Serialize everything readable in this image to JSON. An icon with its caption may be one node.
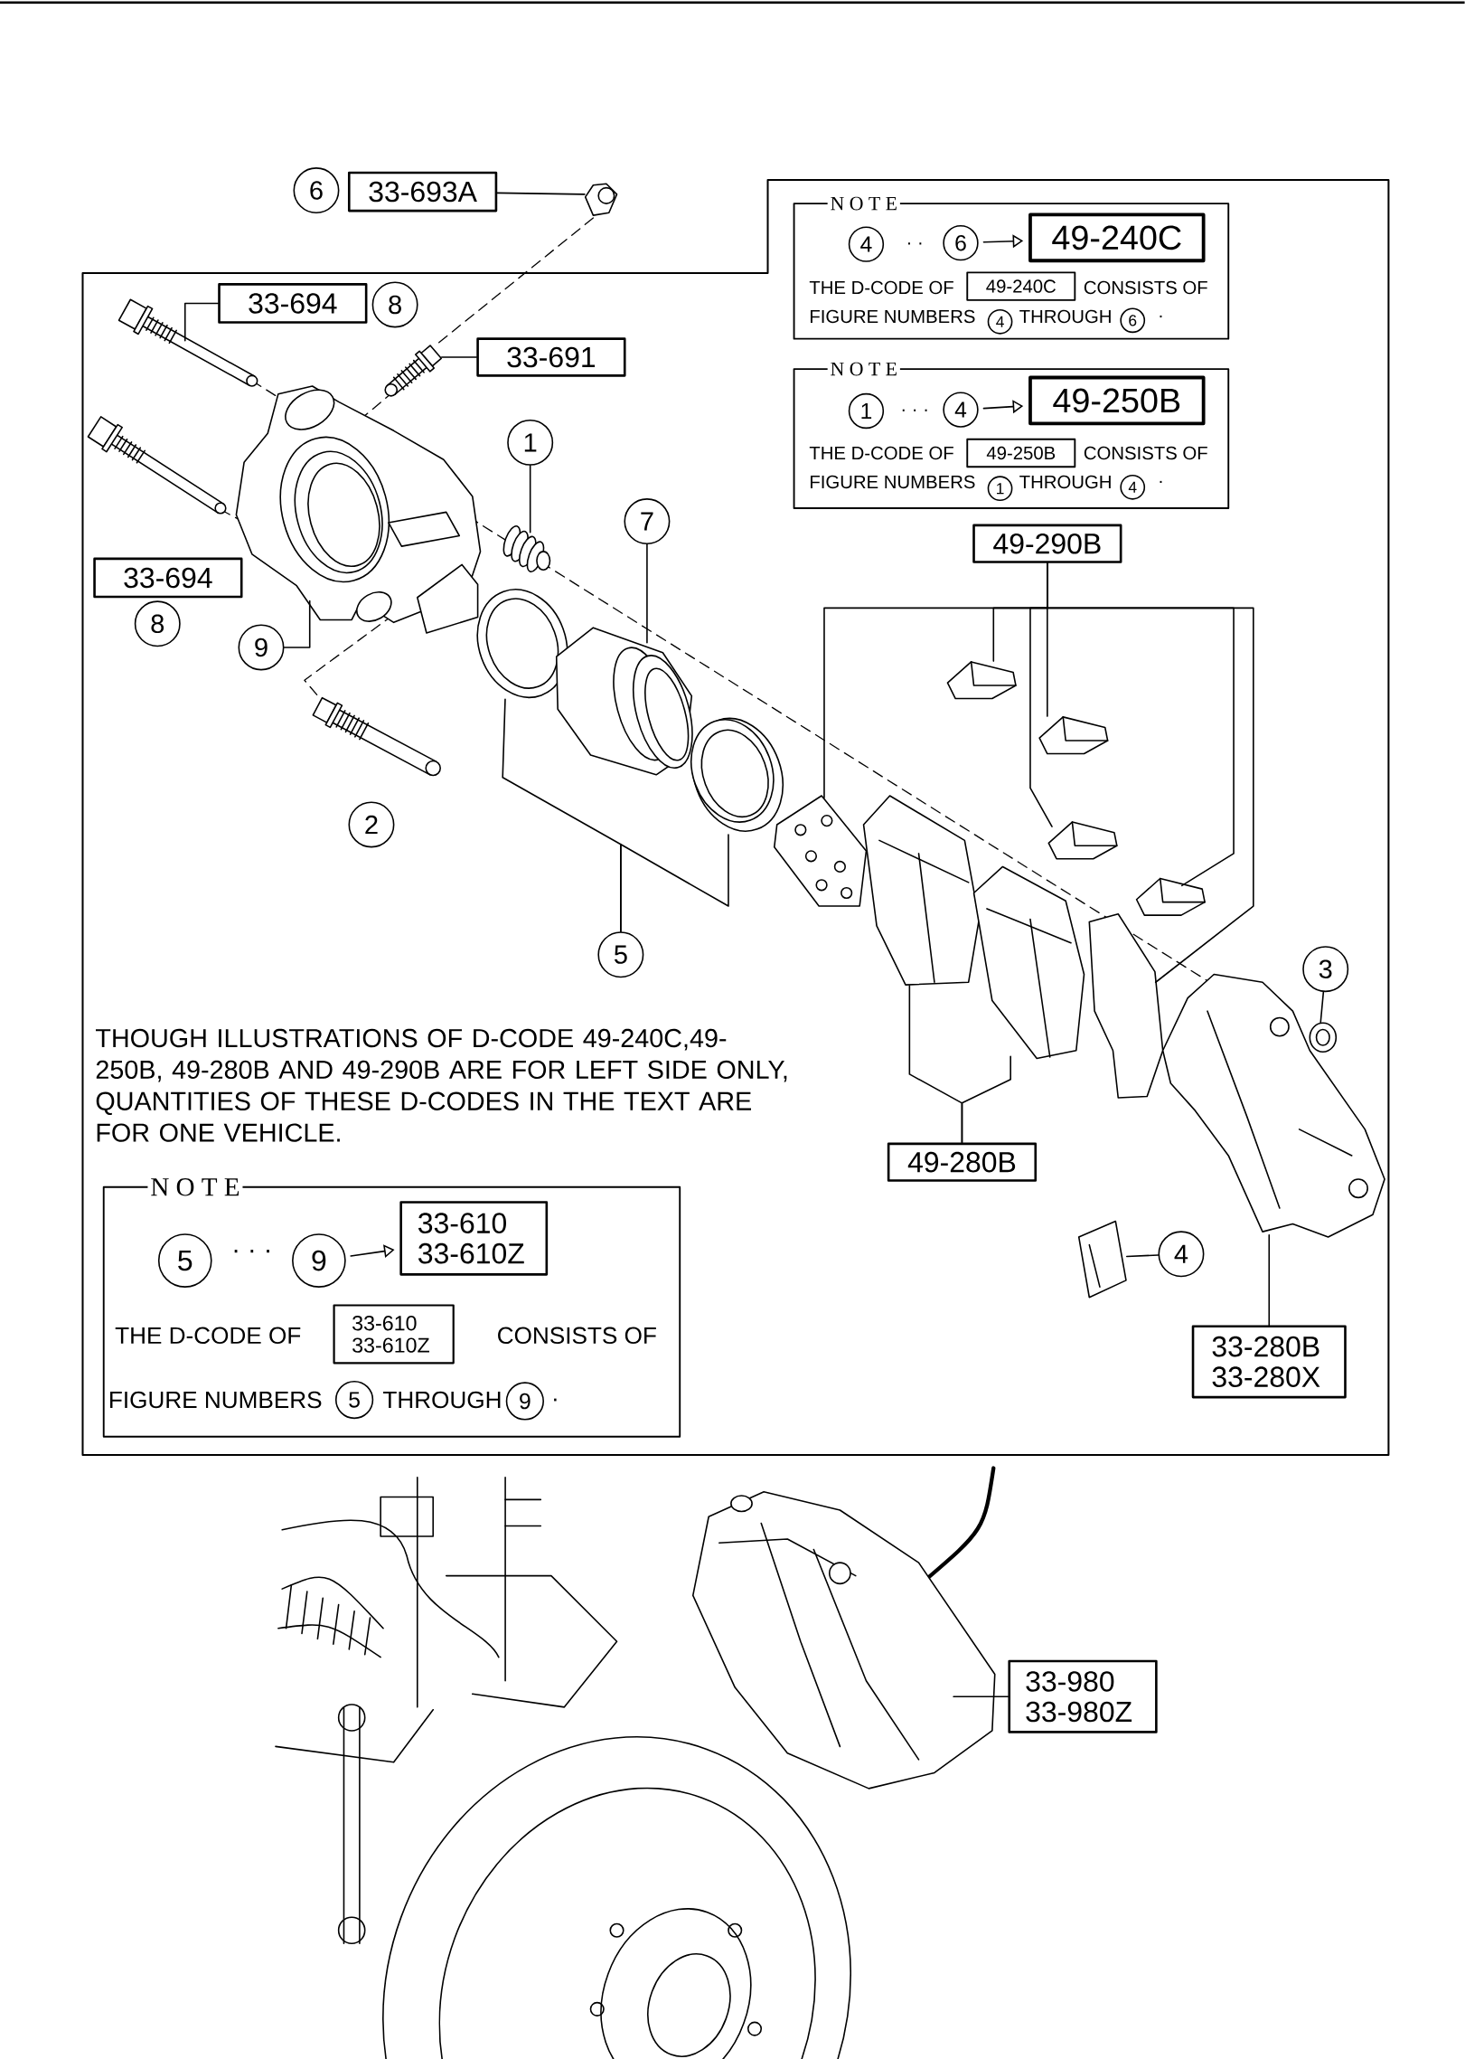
{
  "diagram": {
    "nodes": [
      {
        "text": [
          "6"
        ]
      },
      {
        "text": [
          "33-693A"
        ]
      },
      {
        "text": [],
        "shape": "picture"
      },
      {
        "text": [
          "N O T E",
          "· ·",
          "THE D-CODE OF",
          "CONSISTS OF",
          "FIGURE NUMBERS",
          "THROUGH",
          "."
        ]
      },
      {
        "text": [
          "4"
        ],
        "in": 3
      },
      {
        "text": [
          "6"
        ],
        "in": 3
      },
      {
        "text": [
          "49-240C"
        ],
        "in": 3
      },
      {
        "text": [
          "49-240C"
        ],
        "in": 3
      },
      {
        "text": [
          "4"
        ],
        "in": 3
      },
      {
        "text": [
          "6"
        ],
        "in": 3
      },
      {
        "text": [
          "33-694"
        ]
      },
      {
        "text": [
          "8"
        ]
      },
      {
        "text": [],
        "shape": "picture"
      },
      {
        "text": [
          "33-691"
        ]
      },
      {
        "text": [],
        "shape": "picture"
      },
      {
        "text": [
          "N O T E",
          "· · ·",
          "THE D-CODE OF",
          "CONSISTS OF",
          "FIGURE NUMBERS",
          "THROUGH",
          "."
        ]
      },
      {
        "text": [
          "1"
        ],
        "in": 15
      },
      {
        "text": [
          "4"
        ],
        "in": 15
      },
      {
        "text": [
          "49-250B"
        ],
        "in": 15
      },
      {
        "text": [
          "49-250B"
        ],
        "in": 15
      },
      {
        "text": [
          "1"
        ],
        "in": 15
      },
      {
        "text": [
          "4"
        ],
        "in": 15
      },
      {
        "text": [],
        "shape": "picture"
      },
      {
        "text": [],
        "shape": "picture"
      },
      {
        "text": [
          "1"
        ]
      },
      {
        "text": [],
        "shape": "picture"
      },
      {
        "text": [
          "7"
        ]
      },
      {
        "text": [
          "49-290B"
        ]
      },
      {
        "text": [
          "33-694"
        ]
      },
      {
        "text": [
          "8"
        ]
      },
      {
        "text": [],
        "shape": "picture"
      },
      {
        "text": [],
        "shape": "picture"
      },
      {
        "text": [
          "9"
        ]
      },
      {
        "text": [],
        "shape": "picture"
      },
      {
        "text": [],
        "shape": "picture"
      },
      {
        "text": [],
        "shape": "picture"
      },
      {
        "text": [],
        "shape": "picture"
      },
      {
        "text": [
          "2"
        ]
      },
      {
        "text": [],
        "shape": "picture"
      },
      {
        "text": [],
        "shape": "picture"
      },
      {
        "text": [],
        "shape": "picture"
      },
      {
        "text": [],
        "shape": "picture"
      },
      {
        "text": [],
        "shape": "picture"
      },
      {
        "text": [],
        "shape": "picture"
      },
      {
        "text": [
          "5"
        ]
      },
      {
        "text": [
          "3"
        ]
      },
      {
        "text": [],
        "shape": "picture"
      },
      {
        "text": [],
        "shape": "picture"
      },
      {
        "text": [
          "49-280B"
        ]
      },
      {
        "text": [
          "N O T E",
          "· · ·",
          "THE D-CODE OF",
          "CONSISTS OF",
          "FIGURE NUMBERS",
          "THROUGH",
          "."
        ]
      },
      {
        "text": [
          "5"
        ],
        "in": 49
      },
      {
        "text": [
          "9"
        ],
        "in": 49
      },
      {
        "text": [
          "33-610 33-610Z"
        ],
        "in": 49
      },
      {
        "text": [
          "33-610 33-610Z"
        ],
        "in": 49
      },
      {
        "text": [
          "5"
        ],
        "in": 49
      },
      {
        "text": [
          "9"
        ],
        "in": 49
      },
      {
        "text": [],
        "shape": "picture"
      },
      {
        "text": [
          "4"
        ]
      },
      {
        "text": [
          "33-280B 33-280X"
        ]
      },
      {
        "text": [],
        "shape": "picture"
      },
      {
        "text": [
          "33-980 33-980Z"
        ]
      }
    ],
    "edges": [
      {
        "from": 1,
        "to": 2,
        "arrow": "none"
      },
      {
        "from": 5,
        "to": 6,
        "arrow": "to"
      },
      {
        "from": 10,
        "to": 12,
        "arrow": "none"
      },
      {
        "from": 13,
        "to": 14,
        "arrow": "none"
      },
      {
        "from": 17,
        "to": 18,
        "arrow": "to"
      },
      {
        "from": 24,
        "to": 25,
        "arrow": "none"
      },
      {
        "from": 26,
        "to": 31,
        "arrow": "none"
      },
      {
        "from": 27,
        "to": 38,
        "arrow": "none"
      },
      {
        "from": 27,
        "to": 33,
        "arrow": "none"
      },
      {
        "from": 27,
        "to": 34,
        "arrow": "none"
      },
      {
        "from": 27,
        "to": 40,
        "arrow": "none"
      },
      {
        "from": 27,
        "to": 42,
        "arrow": "none"
      },
      {
        "from": 27,
        "to": 43,
        "arrow": "none"
      },
      {
        "from": 32,
        "to": 23,
        "arrow": "none"
      },
      {
        "from": 44,
        "to": 30,
        "arrow": "none"
      },
      {
        "from": 44,
        "to": 35,
        "arrow": "none"
      },
      {
        "from": 45,
        "to": 47,
        "arrow": "none"
      },
      {
        "from": 48,
        "to": 39,
        "arrow": "none"
      },
      {
        "from": 48,
        "to": 41,
        "arrow": "none"
      },
      {
        "from": 51,
        "to": 52,
        "arrow": "to"
      },
      {
        "from": 57,
        "to": 56,
        "arrow": "none"
      },
      {
        "from": 58,
        "to": 46,
        "arrow": "none"
      },
      {
        "from": 60,
        "to": 59,
        "arrow": "none"
      }
    ],
    "labels": [
      "THOUGH ILLUSTRATIONS OF D-CODE 49-240C,49-250B, 49-280B AND 49-290B ARE FOR LEFT SIDE ONLY, QUANTITIES OF THESE D-CODES IN THE TEXT ARE FOR ONE VEHICLE."
    ]
  }
}
